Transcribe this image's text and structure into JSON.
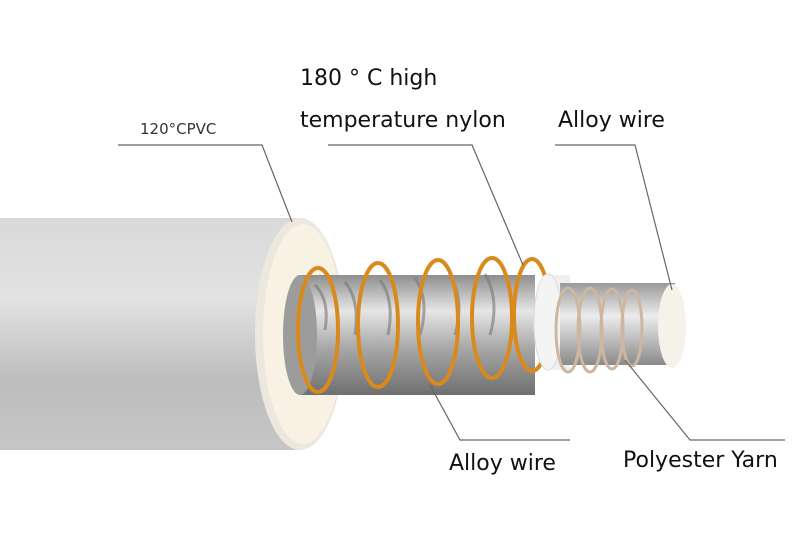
{
  "labels": {
    "cpvc": "120°CPVC",
    "nylon_line1": "180 ° C high",
    "nylon_line2": "temperature nylon",
    "alloy_top": "Alloy wire",
    "alloy_bottom": "Alloy wire",
    "polyester": "Polyester Yarn"
  },
  "colors": {
    "outer_jacket": "#c9c9c9",
    "jacket_end": "#f6f1e4",
    "alloy_coil": "#d98a1c",
    "polyester_coil": "#cdb7a0",
    "leader_line": "#666666"
  }
}
